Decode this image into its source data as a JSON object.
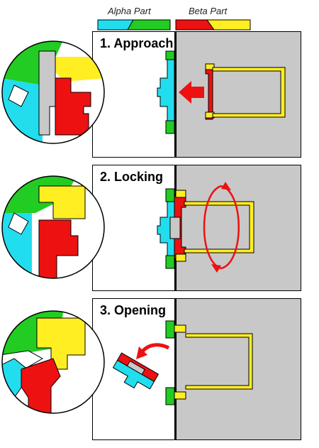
{
  "headers": {
    "alpha": "Alpha Part",
    "beta": "Beta Part"
  },
  "steps": [
    {
      "label": "1. Approach"
    },
    {
      "label": "2. Locking"
    },
    {
      "label": "3. Opening"
    }
  ],
  "colors": {
    "cyan": "#22ddee",
    "green": "#22cc22",
    "red": "#ee1111",
    "yellow": "#ffee22",
    "gray": "#c8c8c8",
    "arrow": "#ee1111"
  }
}
